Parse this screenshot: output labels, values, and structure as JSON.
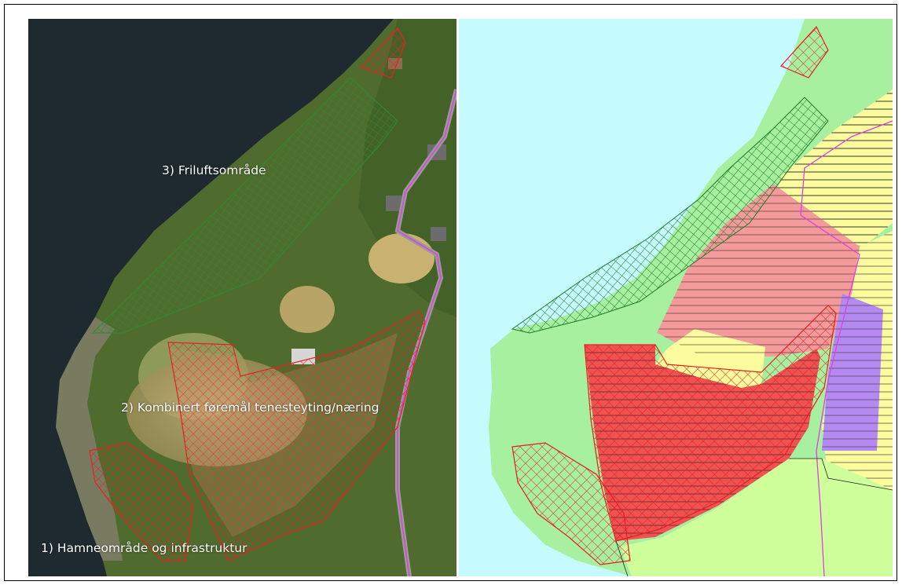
{
  "labels": {
    "area_1": "1) Hamneområde og infrastruktur",
    "area_2": "2) Kombinert føremål tenesteyting/næring",
    "area_3": "3) Friluftsområde"
  },
  "colors": {
    "sea_aerial": "#1f2a30",
    "land_aerial": "#4d6a2c",
    "sea_plan": "#c6fbfd",
    "green_plan": "#a6f0a0",
    "red_plan": "#f59a9a",
    "yellow_plan": "#fcfc9e",
    "purple_plan": "#b58af0",
    "lightgreen_plan": "#cfff9a",
    "hatch_green": "#1c7a28",
    "hatch_red": "#e51f1f",
    "road_line": "#e040e0"
  }
}
